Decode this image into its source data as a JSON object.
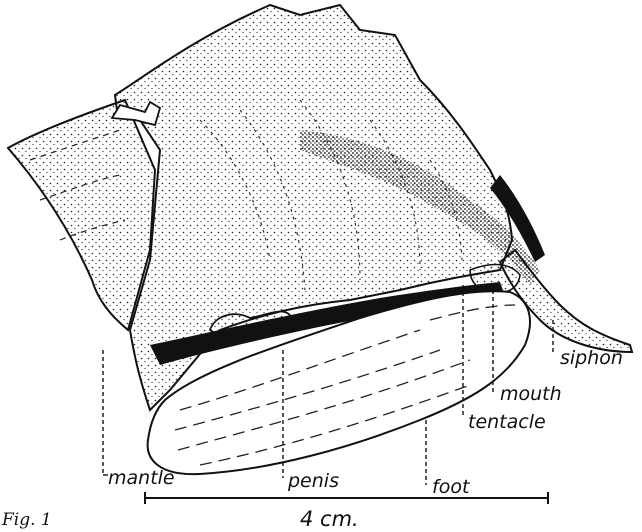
{
  "labels": {
    "siphon": "siphon",
    "mouth": "mouth",
    "tentacle": "tentacle",
    "foot": "foot",
    "penis": "penis",
    "mantle": "mantle"
  },
  "scale_bar": {
    "label": "4 cm."
  },
  "figure_caption": "Fig. 1"
}
